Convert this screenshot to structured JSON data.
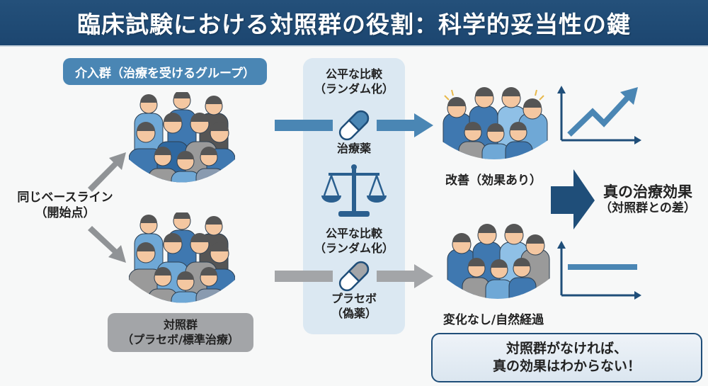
{
  "title": "臨床試験における対照群の役割：科学的妥当性の鍵",
  "left": {
    "baseline_line1": "同じベースライン",
    "baseline_line2": "（開始点）",
    "intervention_group_label": "介入群（治療を受けるグループ）",
    "control_group_line1": "対照群",
    "control_group_line2": "（プラセボ/標準治療）"
  },
  "center": {
    "top_compare_line1": "公平な比較",
    "top_compare_line2": "（ランダム化）",
    "treatment_drug": "治療薬",
    "bottom_compare_line1": "公平な比較",
    "bottom_compare_line2": "（ランダム化）",
    "placebo_line1": "プラセボ",
    "placebo_line2": "（偽薬）"
  },
  "right": {
    "improved_label": "改善（効果あり）",
    "no_change_label": "変化なし/自然経過",
    "true_effect_line1": "真の治療効果",
    "true_effect_line2": "（対照群との差）",
    "callout_line1": "対照群がなければ、",
    "callout_line2": "真の効果はわからない！"
  },
  "icons": {
    "pill": "capsule-icon",
    "scale": "balance-scale-icon",
    "rising_chart": "rising-trend-chart-icon",
    "flat_chart": "flat-trend-chart-icon",
    "sparkle": "sparkle-icon"
  },
  "colors": {
    "title_bg": "#1f4e79",
    "intervention_blue": "#4a86b4",
    "control_gray": "#a3a5a8",
    "dark_navy": "#1f4e79",
    "center_panel": "#dbe8f2"
  }
}
